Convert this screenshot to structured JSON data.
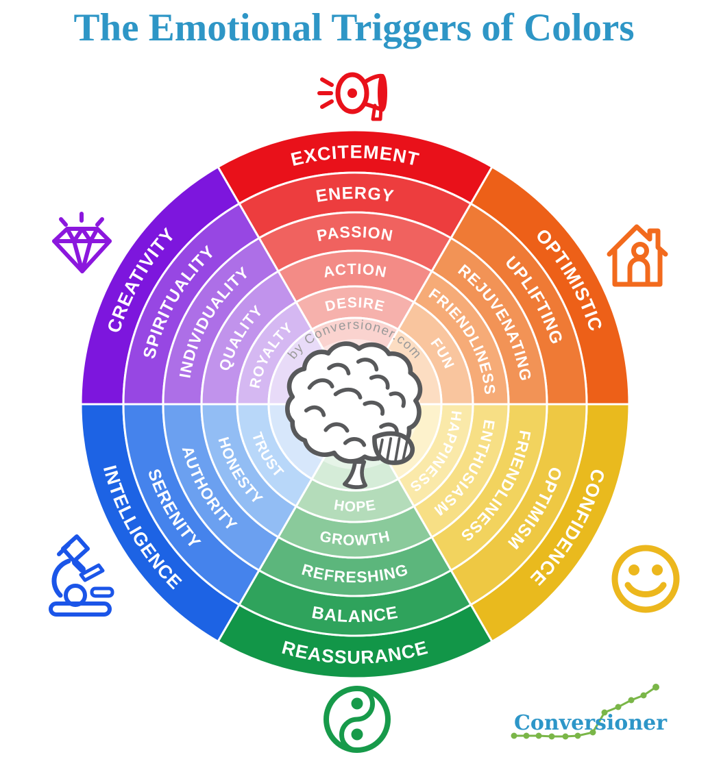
{
  "title": {
    "text": "The Emotional Triggers of Colors",
    "color": "#2e96c6"
  },
  "watermark": {
    "text": "by Conversioner.com",
    "color": "#9a9a9a"
  },
  "center": {
    "icon": "brain-icon",
    "stroke_color": "#58595b"
  },
  "wheel": {
    "segments": [
      {
        "name": "red",
        "icon": "megaphone-icon",
        "icon_color": "#e9111a",
        "emotion_labels": [
          "EXCITEMENT",
          "ENERGY",
          "PASSION",
          "ACTION",
          "DESIRE"
        ],
        "shades": [
          "#e9111a",
          "#ed3d3e",
          "#f0625f",
          "#f38b86",
          "#f6b1ac"
        ],
        "pale": "#fad3cf"
      },
      {
        "name": "orange",
        "icon": "house-icon",
        "icon_color": "#f26a1d",
        "emotion_labels": [
          "OPTIMISTIC",
          "UPLIFTING",
          "REJUVENATING",
          "FRIENDLINESS",
          "FUN"
        ],
        "shades": [
          "#ed6018",
          "#ef7a35",
          "#f29356",
          "#f6ab77",
          "#f9c59e"
        ],
        "pale": "#fcddc2"
      },
      {
        "name": "yellow",
        "icon": "smiley-icon",
        "icon_color": "#ecb71d",
        "emotion_labels": [
          "CONFIDENCE",
          "OPTIMISM",
          "FRIENDLINESS",
          "ENTHUSIASM",
          "HAPPINESS"
        ],
        "shades": [
          "#e9ba1e",
          "#eec843",
          "#f2d35e",
          "#f7df85",
          "#fae9a9"
        ],
        "pale": "#fdf2cc"
      },
      {
        "name": "green",
        "icon": "yinyang-icon",
        "icon_color": "#179a4a",
        "emotion_labels": [
          "REASSURANCE",
          "BALANCE",
          "REFRESHING",
          "GROWTH",
          "HOPE"
        ],
        "shades": [
          "#129648",
          "#2fa35c",
          "#5cb67c",
          "#8aca9b",
          "#b4dcba"
        ],
        "pale": "#d5ecd8"
      },
      {
        "name": "blue",
        "icon": "microscope-icon",
        "icon_color": "#1b55e8",
        "emotion_labels": [
          "INTELLIGENCE",
          "SERENITY",
          "AUTHORITY",
          "HONESTY",
          "TRUST"
        ],
        "shades": [
          "#1d63e4",
          "#4583ec",
          "#6ba0f0",
          "#92bdf4",
          "#b8d7f9"
        ],
        "pale": "#d7e7fb"
      },
      {
        "name": "purple",
        "icon": "diamond-icon",
        "icon_color": "#8b17dd",
        "emotion_labels": [
          "CREATIVITY",
          "SPIRITUALITY",
          "INDIVIDUALITY",
          "QUALITY",
          "ROYALTY"
        ],
        "shades": [
          "#7d16dd",
          "#9747e3",
          "#ad6fe7",
          "#c193ec",
          "#d5b8f2"
        ],
        "pale": "#e8dbf8"
      }
    ]
  },
  "logo": {
    "text": "Conversioner",
    "text_color": "#2d96c8",
    "line_color": "#7ab648"
  }
}
